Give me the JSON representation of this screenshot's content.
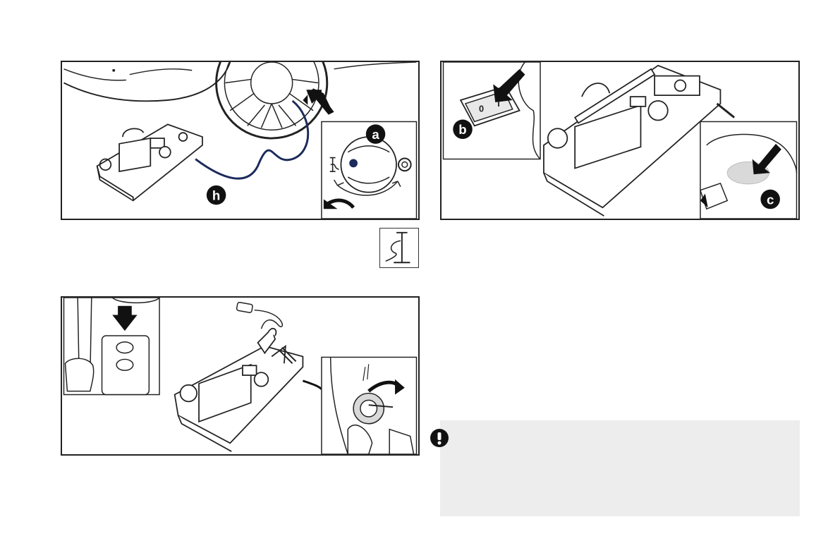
{
  "labels": {
    "a": "a",
    "b": "b",
    "c": "c",
    "h": "h",
    "switch_off": "0",
    "switch_on": "I"
  },
  "colors": {
    "hose": "#1c2a5c",
    "indicator_dot": "#1c2a5c",
    "note_background": "#ededed",
    "button_grey": "#d9d9d9"
  },
  "icons": {
    "warning": "exclamation-circle-icon",
    "pump_mode": "air-pump-icon",
    "sealant_mode": "sealant-tyre-icon"
  }
}
